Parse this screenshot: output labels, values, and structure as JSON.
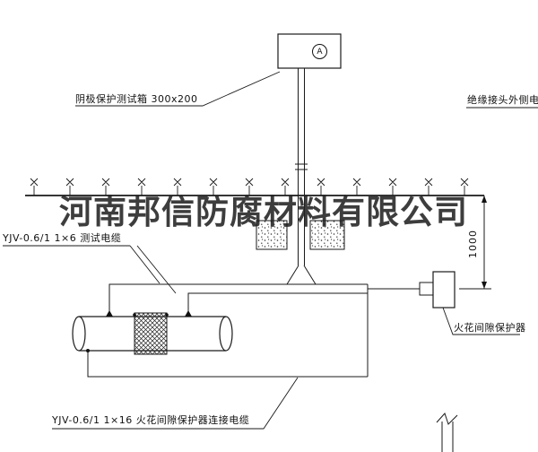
{
  "diagram": {
    "watermark": "河南邦信防腐材料有限公司",
    "annotations": {
      "test_box_label": "阴极保护测试箱 300x200",
      "insulated_joint_cable_label": "绝缘接头外侧电缆",
      "test_cable_label": "YJV-0.6/1 1×6 测试电缆",
      "spark_gap_label": "火花间隙保护器",
      "protector_cable_label": "YJV-0.6/1 1×16 火花间隙保护器连接电缆",
      "meter_symbol": "A",
      "depth_dimension": "1000"
    },
    "colors": {
      "line": "#1a1a1a",
      "background": "#ffffff",
      "watermark": "#222222"
    }
  }
}
